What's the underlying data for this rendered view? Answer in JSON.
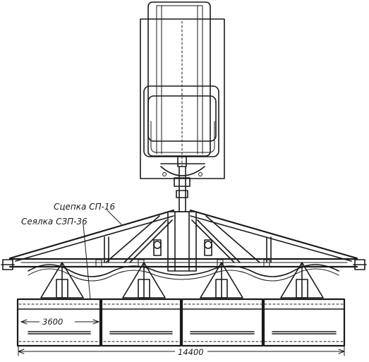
{
  "labels": {
    "hitch": "Сцепка СП-16",
    "seeder": "Сеялка СЗП-36"
  },
  "dimensions": {
    "seeder_width": "3600",
    "total_width": "14400"
  }
}
